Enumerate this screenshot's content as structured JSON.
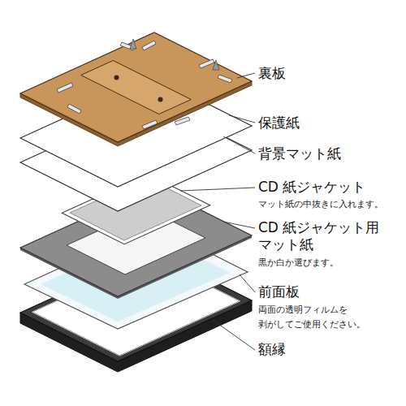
{
  "diagram": {
    "labels": [
      "裏板",
      "保護紙",
      "背景マット紙",
      "CD 紙ジャケット",
      "マット紙の中抜きに入れます。",
      "CD 紙ジャケット用 マット紙",
      "黒か白か選びます。",
      "前面板",
      "両面の透明フィルムを 剥がしてご使用ください。",
      "額縁"
    ]
  }
}
